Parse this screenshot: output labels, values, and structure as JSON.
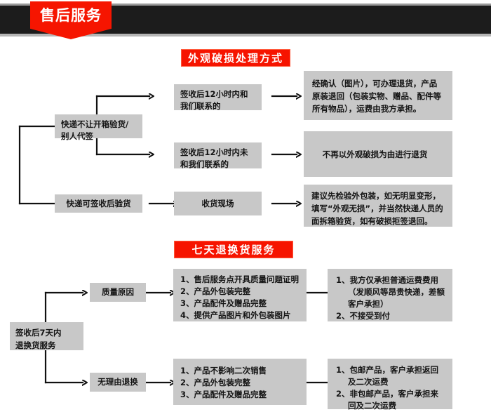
{
  "header": {
    "ribbon_label": "售后服务",
    "bar_color": "#1c1c1c",
    "ribbon_color": "#f61500"
  },
  "sections": [
    {
      "id": "appearance-damage",
      "title": "外观破损处理方式",
      "title_color": "#f61400",
      "source_nodes": [
        {
          "id": "no-inspect",
          "label_line1": "快递不让开箱验货/",
          "label_line2": "别人代签"
        },
        {
          "id": "can-inspect",
          "label": "快递可签收后验货"
        }
      ],
      "rows": [
        {
          "condition": {
            "line1": "签收后12小时内和",
            "line2": "我们联系的"
          },
          "result": "经确认（图片），可办理退货，产品原装退回（包装实物、赠品、配件等所有物品），运费由我方承担。"
        },
        {
          "condition": {
            "line1": "签收后12小时内未",
            "line2": "和我们联系的"
          },
          "result": "不再以外观破损为由进行退货"
        },
        {
          "condition": {
            "line1": "收货现场",
            "line2": ""
          },
          "result": "建议先检验外包装，如无明显变形，填写“外观无损”，并当然快递人员的面拆箱验货，如有破损拒签退回。"
        }
      ]
    },
    {
      "id": "seven-day-return",
      "title": "七天退换货服务",
      "title_color": "#f61400",
      "root": {
        "line1": "签收后7天内",
        "line2": "退换货服务"
      },
      "branches": [
        {
          "id": "quality",
          "label": "质量原因",
          "requirements": [
            {
              "num": "1、",
              "text": "售后服务点开具质量问题证明"
            },
            {
              "num": "2、",
              "text": "产品外包装完整"
            },
            {
              "num": "3、",
              "text": "产品配件及赠品完整"
            },
            {
              "num": "4、",
              "text": "提供产品图片和外包装图片"
            }
          ],
          "outcome": [
            {
              "num": "1、",
              "text": "我方仅承担普通运费费用"
            },
            {
              "num": "",
              "text": "（发顺风等昂贵快递，差额"
            },
            {
              "num": "",
              "text": "客户承担）"
            },
            {
              "num": "2、",
              "text": "不接受到付"
            }
          ]
        },
        {
          "id": "no-reason",
          "label": "无理由退换",
          "requirements": [
            {
              "num": "1、",
              "text": "产品不影响二次销售"
            },
            {
              "num": "2、",
              "text": "产品外包装完整"
            },
            {
              "num": "3、",
              "text": "产品配件及赠品完整"
            }
          ],
          "outcome": [
            {
              "num": "1、",
              "text": "包邮产品，客户承担返回"
            },
            {
              "num": "",
              "text": "及二次运费"
            },
            {
              "num": "2、",
              "text": "非包邮产品，客户承担来"
            },
            {
              "num": "",
              "text": "回及二次运费"
            }
          ]
        }
      ]
    }
  ]
}
